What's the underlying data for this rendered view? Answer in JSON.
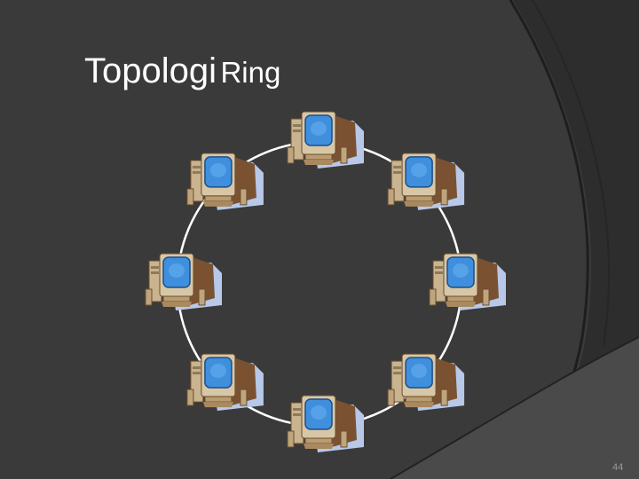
{
  "slide": {
    "title_word1": "Topologi",
    "title_word2": "Ring",
    "slide_number": "44"
  },
  "diagram": {
    "topology": "ring",
    "node_icon": "desktop-computer-icon",
    "node_count": 8,
    "link_color": "#ffffff"
  },
  "colors": {
    "background": "#3a3a3a",
    "background_dark_band": "#2b2b2b",
    "swoosh_light": "#4e4e4e",
    "screen_blue": "#3f8fdc",
    "monitor_beige": "#d8c7a6",
    "monitor_shadow": "#7a5232",
    "desk_shadow": "#b7c8e8"
  }
}
